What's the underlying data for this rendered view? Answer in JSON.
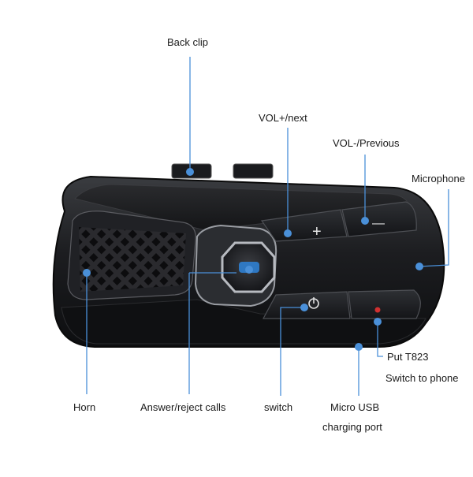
{
  "labels": {
    "back_clip": "Back clip",
    "vol_plus": "VOL+/next",
    "vol_minus": "VOL-/Previous",
    "microphone": "Microphone",
    "put_line1": "Put T823",
    "put_line2": "Switch to phone",
    "horn": "Horn",
    "answer": "Answer/reject calls",
    "switch": "switch",
    "usb_line1": "Micro USB",
    "usb_line2": "charging port"
  },
  "buttons": {
    "plus": "+",
    "minus": "—"
  },
  "colors": {
    "callout": "#4a90d9",
    "body": "#1e1f22",
    "led": "#d03030"
  }
}
